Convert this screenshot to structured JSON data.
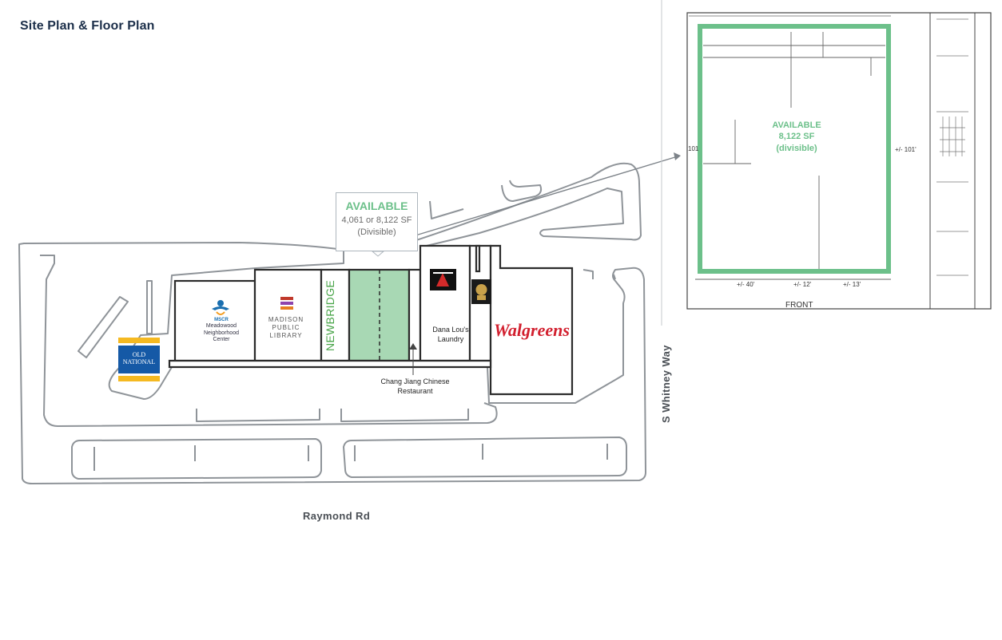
{
  "title": "Site Plan & Floor Plan",
  "callout": {
    "status": "AVAILABLE",
    "size": "4,061 or 8,122 SF",
    "note": "(Divisible)"
  },
  "floor_plan": {
    "status": "AVAILABLE",
    "size": "8,122 SF",
    "note": "(divisible)",
    "dim_left": "101",
    "dim_right": "+/- 101'",
    "dim_bottom_1": "+/- 40'",
    "dim_bottom_2": "+/- 12'",
    "dim_bottom_3": "+/- 13'",
    "front": "FRONT"
  },
  "tenants": {
    "old_national": "OLD NATIONAL",
    "mnc_logo": "MSCR",
    "mnc": "Meadowood Neighborhood Center",
    "library": "MADISON PUBLIC LIBRARY",
    "newbridge": "NEWBRIDGE",
    "dana": "Dana Lou's Laundry",
    "walgreens": "Walgreens",
    "chang": "Chang Jiang Chinese Restaurant"
  },
  "roads": {
    "bottom": "Raymond Rd",
    "right": "S Whitney Way"
  },
  "colors": {
    "available": "#6cc08a",
    "available_fill": "#a8d8b4",
    "title": "#1c2f4a",
    "walgreens": "#d21f2e",
    "old_national_blue": "#1559a6",
    "old_national_gold": "#f5b921",
    "newbridge": "#4aa54a"
  }
}
